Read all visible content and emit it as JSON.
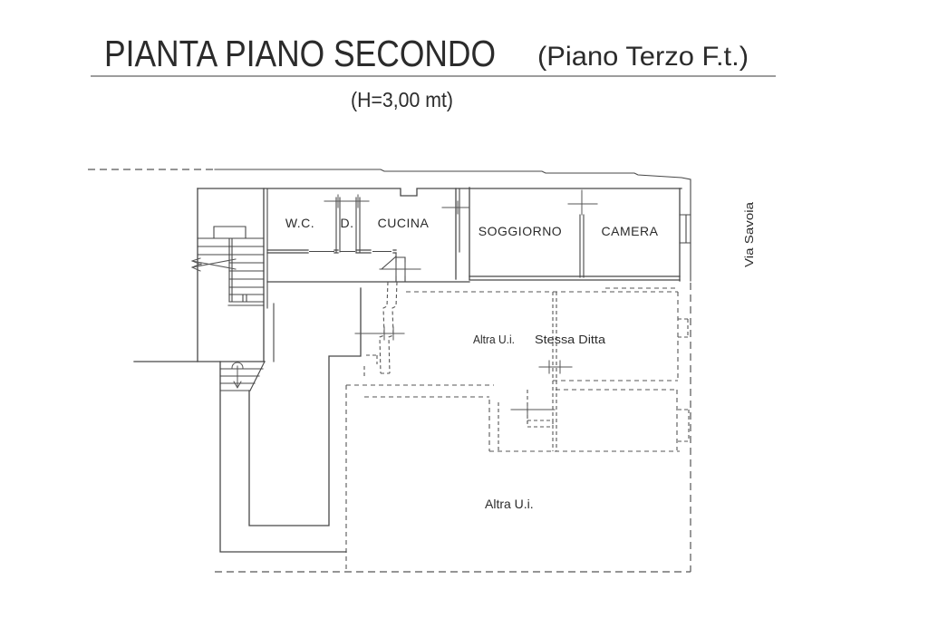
{
  "title": {
    "main": "PIANTA PIANO SECONDO",
    "paren": "(Piano Terzo F.t.)",
    "height_note": "(H=3,00 mt)"
  },
  "rooms": {
    "wc": "W.C.",
    "d": "D.",
    "cucina": "CUCINA",
    "soggiorno": "SOGGIORNO",
    "camera": "CAMERA"
  },
  "areas": {
    "upper_a": "Altra U.i.",
    "upper_b": "Stessa Ditta",
    "lower": "Altra U.i."
  },
  "street": {
    "name": "Via Savoia"
  },
  "colors": {
    "background": "#ffffff",
    "line": "#474747",
    "dashed": "#565656",
    "dim": "#555555",
    "text": "#2b2b2b",
    "underline": "#7d7d7d"
  }
}
